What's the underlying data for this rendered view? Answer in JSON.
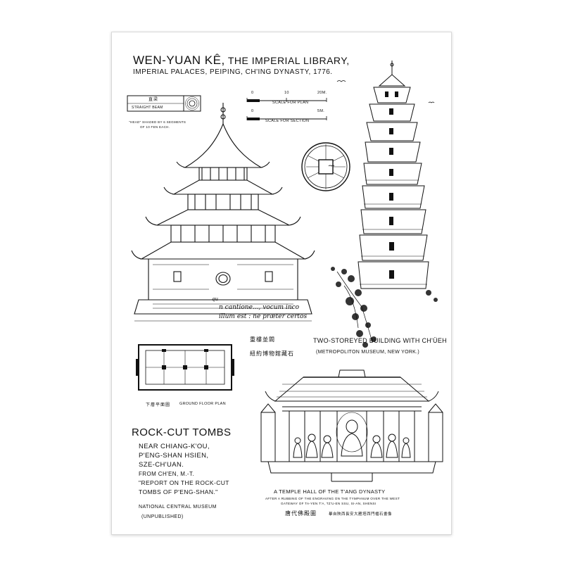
{
  "header": {
    "title_main": "WEN-YUAN KÊ,",
    "title_rest": "THE IMPERIAL LIBRARY,",
    "subtitle": "IMPERIAL PALACES, PEIPING,  CH'ING DYNASTY, 1776."
  },
  "beam_legend": {
    "cjk": "直梁",
    "label": "STRAIGHT BEAM",
    "note_line1": "\"HEAD\" SHADED BY 6 SEGMENTS",
    "note_line2": "OF 10 FEN EACH."
  },
  "scales": {
    "plan": {
      "ticks": [
        "0",
        "10",
        "20M."
      ],
      "label": "SCALE FOR PLAN"
    },
    "section": {
      "ticks": [
        "0",
        "5M."
      ],
      "label": "SCALE FOR SECTION"
    }
  },
  "inscription": {
    "line1": "n cantione..., vocum inco",
    "line2": "illum est : ne præter certos",
    "initial": "qu"
  },
  "two_storey": {
    "cjk_top": "重樓並闕",
    "cjk_bottom": "紐約博物館藏石",
    "title": "TWO-STOREYED BUILDING WITH CH'ÜEH",
    "subtitle": "(METROPOLITON MUSEUM, NEW YORK.)"
  },
  "floor_plan": {
    "cjk": "下層平面圖",
    "label": "GROUND FLOOR PLAN"
  },
  "rock_tombs": {
    "title": "ROCK-CUT TOMBS",
    "lines": [
      "NEAR CHIANG-K'OU,",
      "P'ENG-SHAN HSIEN,",
      "SZE-CH'UAN.",
      "FROM CH'EN, M.-T.",
      "\"REPORT ON THE ROCK-CUT",
      "TOMBS OF P'ENG-SHAN.\""
    ],
    "museum": "NATIONAL CENTRAL MUSEUM",
    "status": "(UNPUBLISHED)"
  },
  "temple_hall": {
    "title": "A TEMPLE HALL OF THE T'ANG DYNASTY",
    "caption_line1": "AFTER A RUBBING OF THE ENGRAVING ON THE TYMPANUM  OVER THE WEST",
    "caption_line2": "GATEWAY OF TA-YEN T'A,  TZ'U-EN SSU,  SI-AN, SHENSI",
    "cjk_left": "唐代佛殿圖",
    "cjk_right": "摹自陝西長安大雁塔西門楣石畫像"
  },
  "colors": {
    "ink": "#111111",
    "paper": "#ffffff",
    "border": "#d9d9d9"
  }
}
